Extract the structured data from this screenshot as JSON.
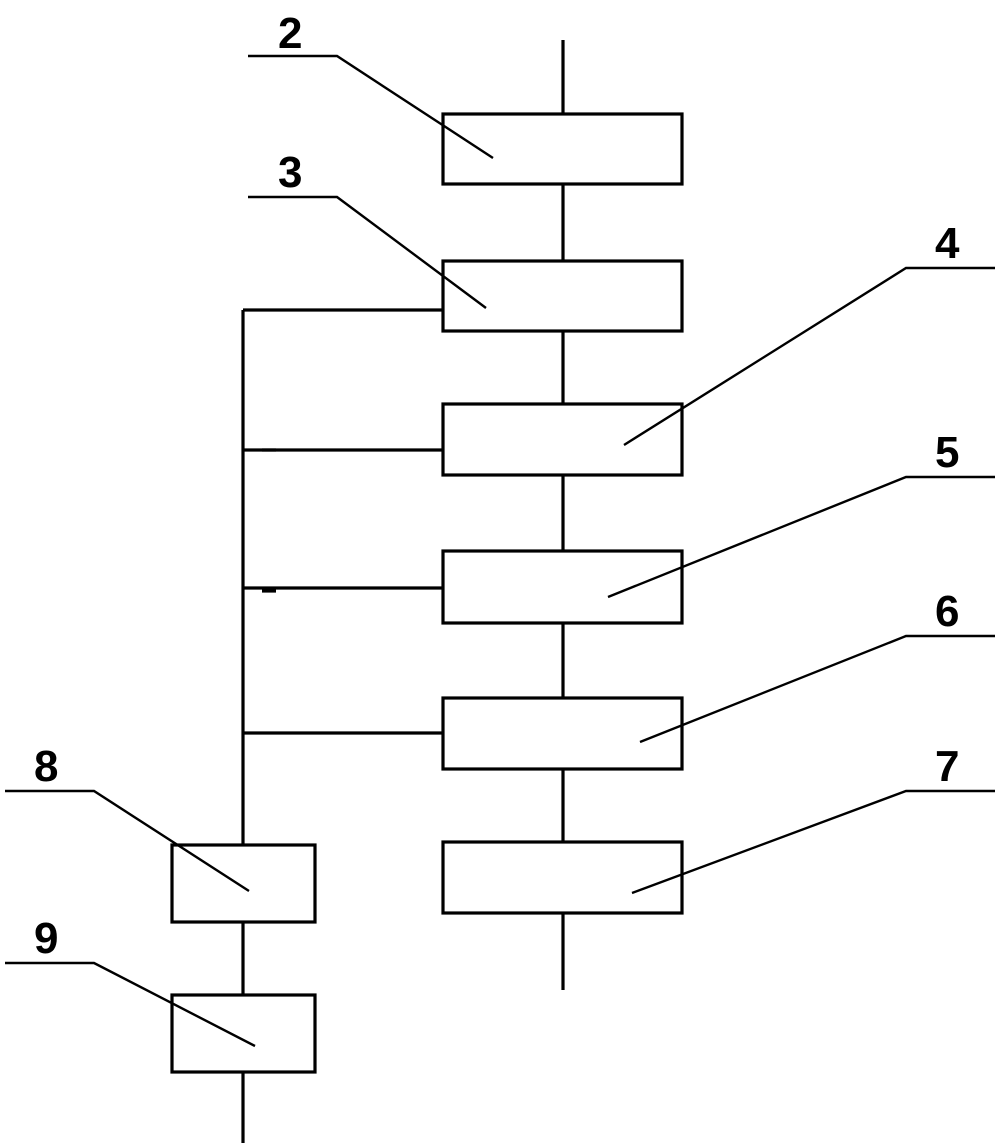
{
  "diagram": {
    "labels": {
      "l2": "2",
      "l3": "3",
      "l4": "4",
      "l5": "5",
      "l6": "6",
      "l7": "7",
      "l8": "8",
      "l9": "9"
    },
    "colors": {
      "stroke": "#000000",
      "background": "#ffffff"
    }
  }
}
